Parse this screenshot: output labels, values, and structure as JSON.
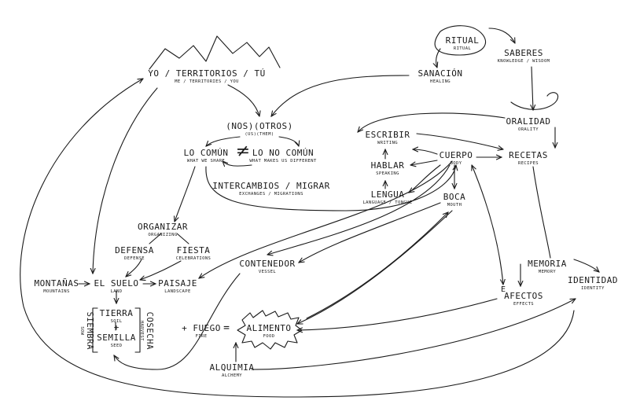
{
  "nodes": {
    "yo_territorios": {
      "es": "YO / TERRITORIOS / TÚ",
      "en": "ME / TERRITORIES / YOU"
    },
    "nos_otros": {
      "es": "(NOS)(OTROS)",
      "en": "(US)(THEM)"
    },
    "lo_comun": {
      "es": "LO COMÚN",
      "en": "WHAT WE SHARE"
    },
    "lo_no_comun": {
      "es": "LO NO COMÚN",
      "en": "WHAT MAKES US DIFFERENT"
    },
    "intercambios": {
      "es": "INTERCAMBIOS / MIGRAR",
      "en": "EXCHANGES / MIGRATIONS"
    },
    "organizar": {
      "es": "ORGANIZAR",
      "en": "ORGANIZING"
    },
    "defensa": {
      "es": "DEFENSA",
      "en": "DEFENSE"
    },
    "fiesta": {
      "es": "FIESTA",
      "en": "CELEBRATIONS"
    },
    "montanas": {
      "es": "MONTAÑAS",
      "en": "MOUNTAINS"
    },
    "el_suelo": {
      "es": "EL SUELO",
      "en": "LAND"
    },
    "paisaje": {
      "es": "PAISAJE",
      "en": "LANDSCAPE"
    },
    "tierra": {
      "es": "TIERRA",
      "en": "SOIL"
    },
    "semilla": {
      "es": "SEMILLA",
      "en": "SEED"
    },
    "siembra": {
      "es": "SIEMBRA",
      "en": "SOW"
    },
    "cosecha": {
      "es": "COSECHA",
      "en": "HARVEST"
    },
    "contenedor": {
      "es": "CONTENEDOR",
      "en": "VESSEL"
    },
    "fuego": {
      "es": "+ FUEGO",
      "en": "FIRE"
    },
    "alimento": {
      "es": "ALIMENTO",
      "en": "FOOD"
    },
    "alquimia": {
      "es": "ALQUIMIA",
      "en": "ALCHEMY"
    },
    "ritual": {
      "es": "RITUAL",
      "en": "RITUAL"
    },
    "saberes": {
      "es": "SABERES",
      "en": "KNOWLEDGE / WISDOM"
    },
    "sanacion": {
      "es": "SANACIÓN",
      "en": "HEALING"
    },
    "oralidad": {
      "es": "ORALIDAD",
      "en": "ORALITY"
    },
    "escribir": {
      "es": "ESCRIBIR",
      "en": "WRITING"
    },
    "cuerpo": {
      "es": "CUERPO",
      "en": "BODY"
    },
    "recetas": {
      "es": "RECETAS",
      "en": "RECIPES"
    },
    "hablar": {
      "es": "HABLAR",
      "en": "SPEAKING"
    },
    "lengua": {
      "es": "LENGUA",
      "en": "LANGUAGE / TONGUE"
    },
    "boca": {
      "es": "BOCA",
      "en": "MOUTH"
    },
    "memoria": {
      "es": "MEMORIA",
      "en": "MEMORY"
    },
    "identidad": {
      "es": "IDENTIDAD",
      "en": "IDENTITY"
    },
    "afectos": {
      "es": "AFECTOS",
      "en": "EFFECTS"
    }
  },
  "symbols": {
    "plus": "+",
    "equals": "=",
    "not_equal": "≠",
    "afectos_extra_e": "E"
  }
}
